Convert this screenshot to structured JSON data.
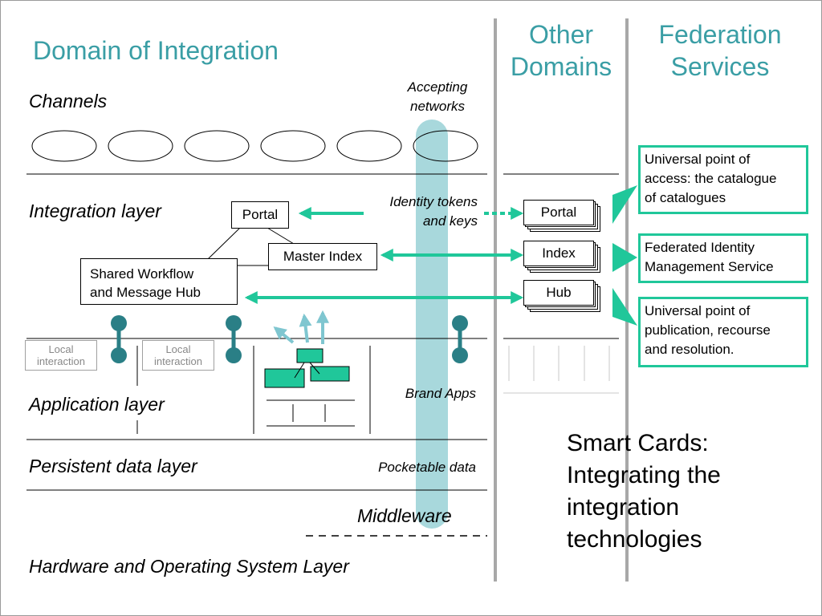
{
  "headings": {
    "domain": "Domain of Integration",
    "other": [
      "Other",
      "Domains"
    ],
    "federation": [
      "Federation",
      "Services"
    ]
  },
  "layers": {
    "channels": "Channels",
    "integration": "Integration layer",
    "application": "Application layer",
    "persistent": "Persistent data layer",
    "hardware": "Hardware and Operating System Layer"
  },
  "notes": {
    "accepting": [
      "Accepting",
      "networks"
    ],
    "identity": [
      "Identity tokens",
      "and keys"
    ],
    "brand_apps": "Brand Apps",
    "pocketable": "Pocketable data",
    "middleware": "Middleware"
  },
  "boxes": {
    "portal": "Portal",
    "master_index": "Master Index",
    "shared": [
      "Shared Workflow",
      "and Message Hub"
    ],
    "other_portal": "Portal",
    "other_index": "Index",
    "other_hub": "Hub"
  },
  "local": [
    "Local",
    "interaction"
  ],
  "federation": [
    [
      "Universal point of",
      "access: the catalogue",
      "of catalogues"
    ],
    [
      "Federated Identity",
      "Management Service"
    ],
    [
      "Universal point of",
      "publication, recourse",
      "and resolution."
    ]
  ],
  "caption": [
    "Smart Cards:",
    "Integrating the",
    "integration",
    "technologies"
  ],
  "colors": {
    "heading": "#3a9ea5",
    "arrow": "#20c79a",
    "smartcard_bar": "#a8d8dc",
    "node": "#2a7f86"
  }
}
